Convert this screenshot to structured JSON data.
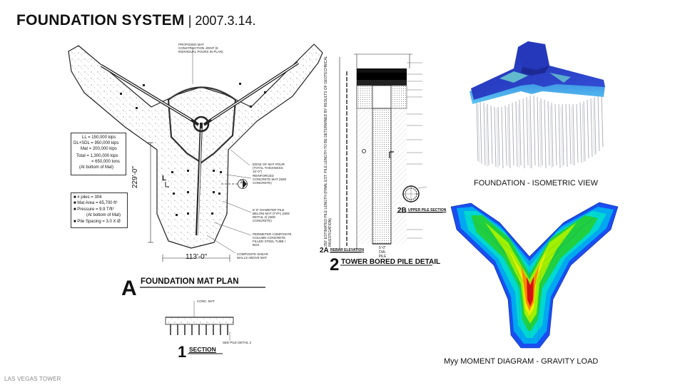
{
  "title": {
    "main": "FOUNDATION SYSTEM",
    "sep": " | ",
    "date": "2007.3.14."
  },
  "footer": "LAS VEGAS TOWER",
  "plan": {
    "letter": "A",
    "caption": "FOUNDATION MAT PLAN",
    "dim_height": "229'-0\"",
    "dim_width": "113'-0\"",
    "loads": [
      "LL = 150,000 kips",
      "DL+SDL = 950,000 kips",
      "Mat = 200,000 kips",
      "Total = 1,300,000 kips",
      "= 650,000 tons",
      "(At bottom of Mat)"
    ],
    "stats": [
      "# piles = 304",
      "Mat Area = 65,700 ft²",
      "Pressure = 9.9 T/ft²",
      "(At bottom of Mat)",
      "Pile Spacing = 3.0 X Ø"
    ],
    "notes": [
      "PROPOSED MAT CONSTRUCTION JOINT (6 INDIVIDUAL POURS IN PLAN)",
      "EDGE OF MAT POUR (TOTAL THICKNESS: 10'-0\")",
      "REINFORCED CONCRETE MAT (SEE CONCRETE)",
      "5'-0\" DIAMETER PILE BELOW MAT (TYP.) (SEE DETAIL 2) (SEE CONCRETE)",
      "PERIMETER COMPOSITE COLUMN CONCRETE FILLED STEEL TUBE / BOX",
      "COMPOSITE SHEAR WALLS ABOVE MAT"
    ],
    "callout": "1",
    "mark_l": "L"
  },
  "section": {
    "number": "1",
    "caption": "SECTION",
    "note1": "CONC. MAT",
    "note2": "SEE PILE DETAIL 2"
  },
  "pile": {
    "number": "2",
    "caption": "TOWER BORED PILE DETAIL",
    "sub_a_letter": "2A",
    "sub_a": "REBAR ELEVATION",
    "sub_b_letter": "2B",
    "sub_b": "UPPER PILE SECTION",
    "vertical_text": "250' ESTIMATED PILE LENGTH (FINAL EST. PILE LENGTH TO BE DETERMINED BY RESULTS OF GEOTECHNICAL INVESTIGATION)",
    "dia": "5'-0\" DIA. PILE"
  },
  "iso": {
    "caption": "FOUNDATION - ISOMETRIC VIEW"
  },
  "moment": {
    "caption": "Myy MOMENT DIAGRAM - GRAVITY LOAD"
  },
  "colors": {
    "mat_top": "#2a3fc4",
    "mat_side": "#3b8fe0",
    "pile": "#b9bcc6",
    "heat_low": "#2030d0",
    "heat_high": "#d01010"
  }
}
